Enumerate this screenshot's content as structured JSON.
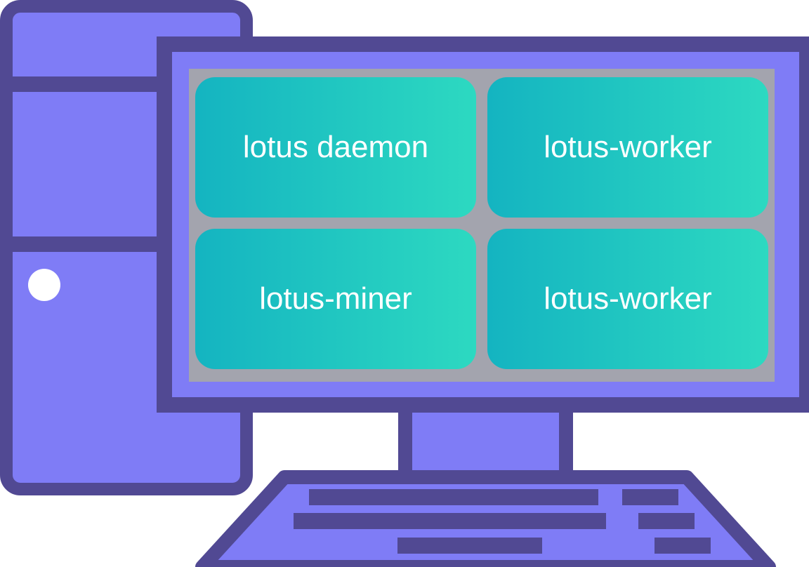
{
  "colors": {
    "outline": "#514993",
    "body_fill": "#7f7cf6",
    "screen_gray": "#a3a4ae",
    "tile_gradient_start": "#14b4c1",
    "tile_gradient_end": "#2dd9c1",
    "power_light": "#ffffff",
    "label_text": "#ffffff"
  },
  "screen": {
    "tiles": [
      {
        "label": "lotus daemon"
      },
      {
        "label": "lotus-worker"
      },
      {
        "label": "lotus-miner"
      },
      {
        "label": "lotus-worker"
      }
    ]
  }
}
